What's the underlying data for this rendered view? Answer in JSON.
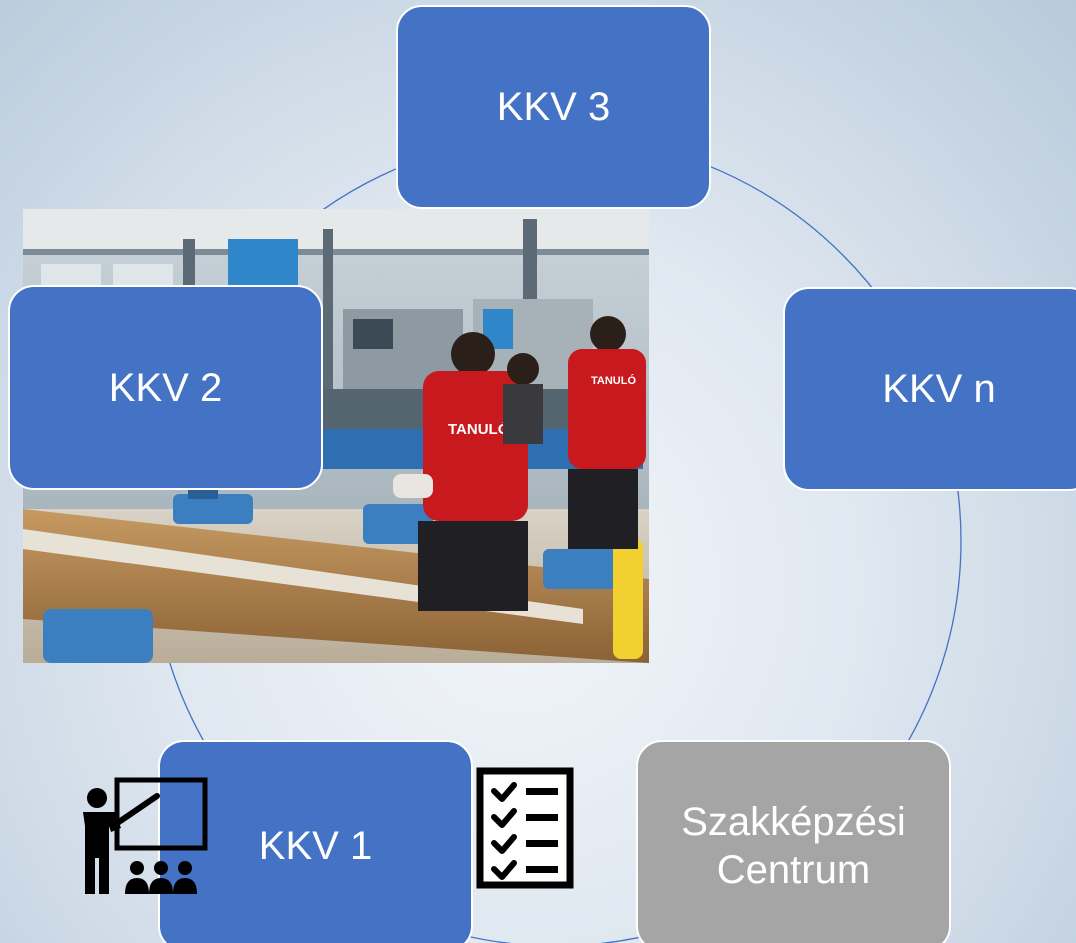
{
  "diagram": {
    "nodes": [
      {
        "id": "kkv3",
        "label": "KKV 3",
        "color": "#4472c4"
      },
      {
        "id": "kkvn",
        "label": "KKV n",
        "color": "#4472c4"
      },
      {
        "id": "szc",
        "label": "Szakképzési\nCentrum",
        "color": "#a5a5a5"
      },
      {
        "id": "kkv1",
        "label": "KKV 1",
        "color": "#4472c4"
      },
      {
        "id": "kkv2",
        "label": "KKV 2",
        "color": "#4472c4"
      }
    ],
    "cycle_color": "#4472c4",
    "photo": {
      "shirt_text": "TANULÓ"
    },
    "icons": {
      "teacher": "teacher-presentation-icon",
      "checklist": "checklist-icon"
    }
  }
}
